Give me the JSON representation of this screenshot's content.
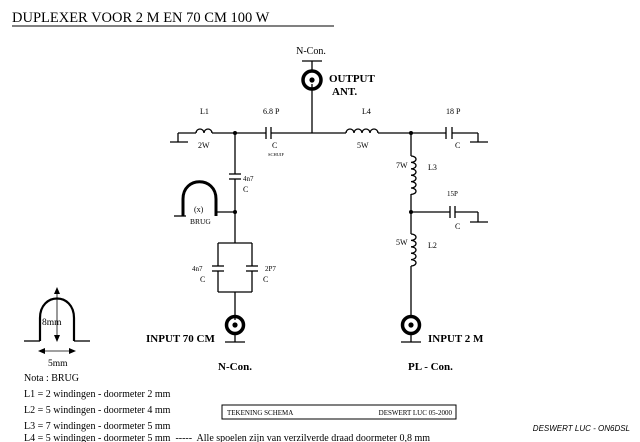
{
  "title": "DUPLEXER VOOR 2 M EN 70 CM  100 W",
  "connectors": {
    "output": {
      "type": "N-Con.",
      "label_line1": "OUTPUT",
      "label_line2": "ANT."
    },
    "input_70cm": {
      "type": "N-Con.",
      "label": "INPUT 70 CM"
    },
    "input_2m": {
      "type": "PL - Con.",
      "label": "INPUT 2 M"
    }
  },
  "components": {
    "L1": {
      "name": "L1",
      "value": "2W"
    },
    "C_68p": {
      "value": "6.8 P",
      "name": "C",
      "note": "SCHUIF"
    },
    "L4": {
      "name": "L4",
      "value": "5W"
    },
    "C_18p": {
      "value": "18 P",
      "name": "C"
    },
    "C_4n7_a": {
      "value": "4n7",
      "name": "C"
    },
    "brug": {
      "mark": "(x)",
      "name": "BRUG"
    },
    "C_4n7_b": {
      "value": "4n7",
      "name": "C"
    },
    "C_2p7": {
      "value": "2P7",
      "name": "C"
    },
    "L3": {
      "name": "L3",
      "value": "7W"
    },
    "C_15p": {
      "value": "15P",
      "name": "C"
    },
    "L2": {
      "name": "L2",
      "value": "5W"
    }
  },
  "brug_detail": {
    "height_label": "8mm",
    "width_label": "5mm"
  },
  "notes": [
    "Nota : BRUG",
    "L1 = 2 windingen - doormeter 2 mm",
    "L2 = 5 windingen - doormeter 4 mm",
    "L3 = 7 windingen - doormeter 5 mm",
    "L4 = 5 windingen - doormeter 5 mm  -----  Alle spoelen zijn van verzilverde draad doormeter 0,8 mm"
  ],
  "title_block": {
    "left": "TEKENING SCHEMA",
    "right": "DESWERT LUC 05-2000"
  },
  "signature": "DESWERT LUC - ON6DSL"
}
